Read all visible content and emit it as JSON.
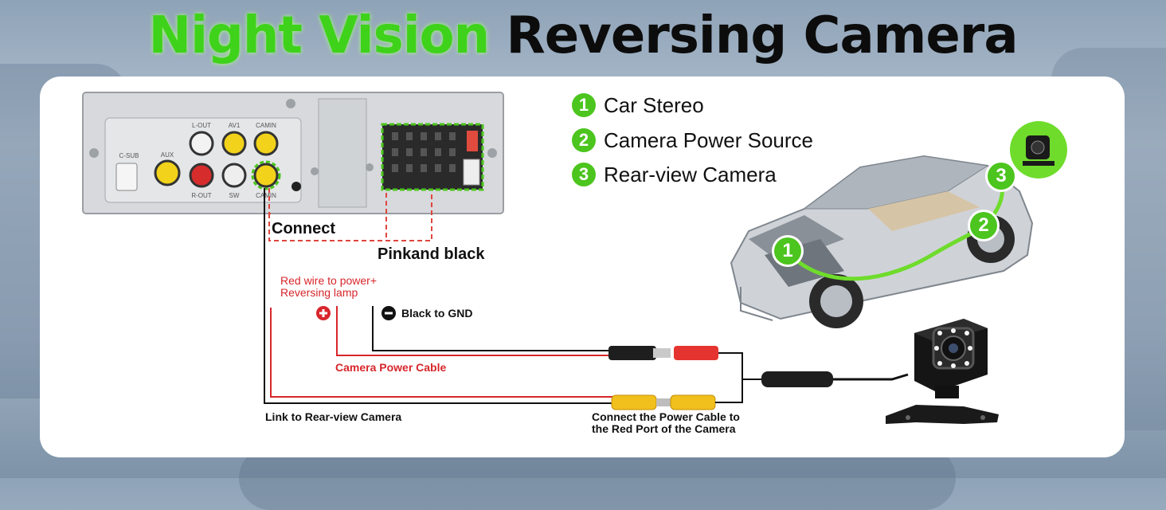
{
  "title": {
    "part1": "Night Vision",
    "part2": "Reversing Camera"
  },
  "legend": [
    {
      "num": "1",
      "label": "Car Stereo"
    },
    {
      "num": "2",
      "label": "Camera Power Source"
    },
    {
      "num": "3",
      "label": "Rear-view Camera"
    }
  ],
  "stereo_ports": {
    "l_out": "L-OUT",
    "av1": "AV1",
    "camin_top": "CAMIN",
    "c_sub": "C-SUB",
    "aux": "AUX",
    "r_out": "R-OUT",
    "sw": "SW",
    "camin_bottom": "CAMIN"
  },
  "labels": {
    "connect": "Connect",
    "pink_black": "Pinkand black",
    "red_wire_line1": "Red wire to power+",
    "red_wire_line2": "Reversing lamp",
    "black_gnd": "Black to GND",
    "camera_power_cable": "Camera Power Cable",
    "link_camera": "Link to Rear-view Camera",
    "connect_power_line1": "Connect the Power Cable to",
    "connect_power_line2": "the Red Port of the Camera"
  },
  "car_badges": [
    "1",
    "2",
    "3"
  ],
  "colors": {
    "accent_green": "#4cc51e",
    "title_green": "#3fd21a",
    "wire_red": "#d7262b",
    "dash_red": "#e0453e"
  }
}
